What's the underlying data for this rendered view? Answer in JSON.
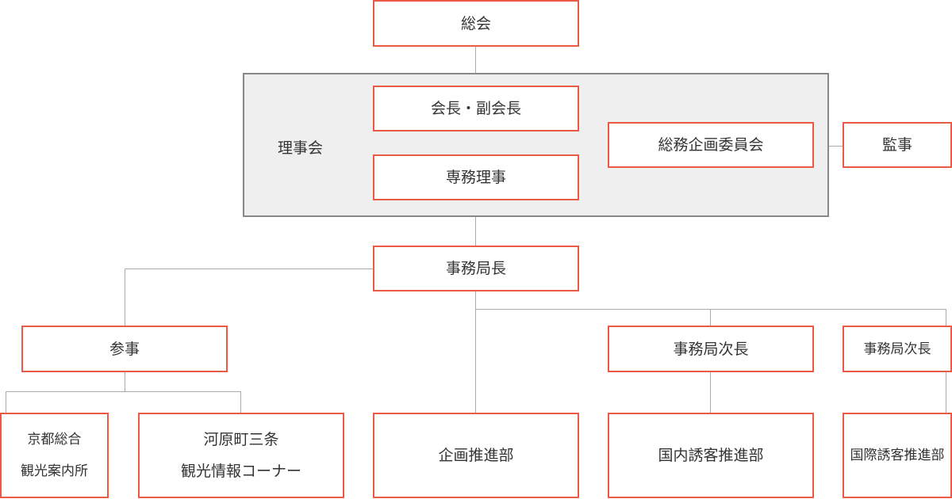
{
  "general_assembly": "総会",
  "board": {
    "label": "理事会",
    "chair": "会長・副会長",
    "executive_director": "専務理事",
    "committee": "総務企画委員会"
  },
  "auditor": "監事",
  "secretary_general": "事務局長",
  "counselor": "参事",
  "deputy_1": "事務局次長",
  "deputy_2": "事務局次長",
  "units": {
    "kyoto_info": [
      "京都総合",
      "観光案内所"
    ],
    "kawaramachi": [
      "河原町三条",
      "観光情報コーナー"
    ],
    "planning": "企画推進部",
    "domestic": "国内誘客推進部",
    "international": "国際誘客推進部"
  },
  "colors": {
    "box_border": "#ea5a45",
    "line": "#aaaaaa",
    "board_bg": "#efefef"
  }
}
